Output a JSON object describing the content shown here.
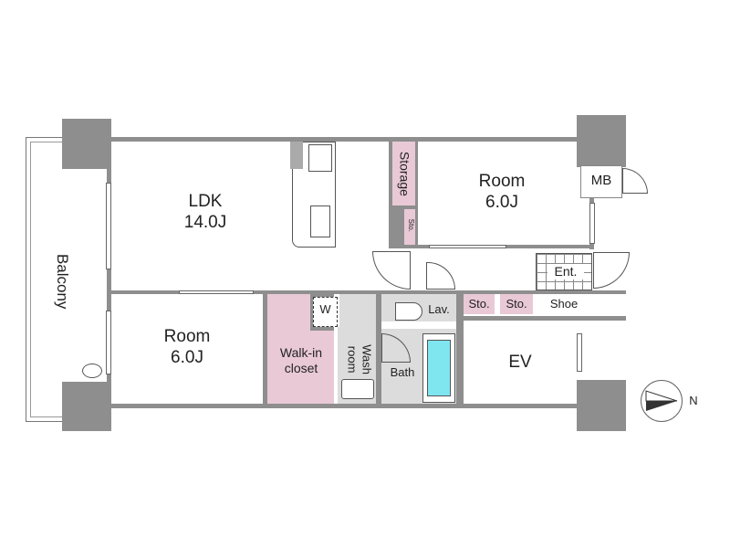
{
  "rooms": {
    "ldk": {
      "name": "LDK",
      "size": "14.0J"
    },
    "room_top": {
      "name": "Room",
      "size": "6.0J"
    },
    "room_bottom": {
      "name": "Room",
      "size": "6.0J"
    },
    "balcony": "Balcony",
    "storage": "Storage",
    "sto_small": "Sto.",
    "mb": "MB",
    "ent": "Ent.",
    "sto1": "Sto.",
    "sto2": "Sto.",
    "shoe": "Shoe",
    "lav": "Lav.",
    "wash": "Wash room",
    "walkin": "Walk-in closet",
    "washer": "W",
    "bath": "Bath",
    "ev": "EV"
  },
  "compass": {
    "label": "N"
  },
  "colors": {
    "wall": "#8e8e8e",
    "storage": "#e9c9d6",
    "wet": "#dcdcdc",
    "tub": "#7fe6f0"
  }
}
